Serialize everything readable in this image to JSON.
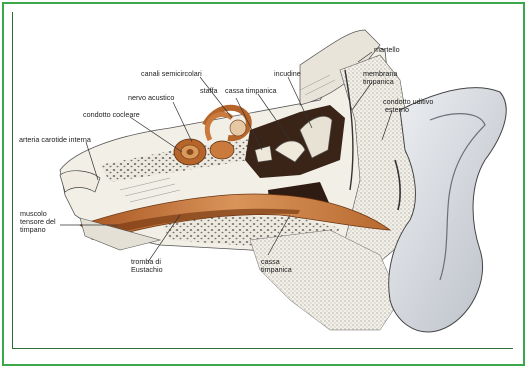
{
  "labels": {
    "martello": "martello",
    "canali_semicircolari": "canali semicircolari",
    "incudine": "incudine",
    "membrana": [
      "membrana",
      "timpanica"
    ],
    "cassa_timpanica_top": "cassa timpanica",
    "nervo_acustico": "nervo acustico",
    "staffa": "staffa",
    "condotto_uditivo": [
      "condotto uditivo",
      "esterno"
    ],
    "condotto_cocleare": "condotto cocleare",
    "arteria_carotide": "arteria carotide interna",
    "muscolo": [
      "muscolo",
      "tensore del",
      "timpano"
    ],
    "tromba": [
      "tromba di",
      "Eustachio"
    ],
    "cassa_timpanica_bottom": [
      "cassa",
      "timpanica"
    ]
  },
  "colors": {
    "frame_border": "#3aa84a",
    "bone": "#f2efe6",
    "bone_texture": "#6b6b6b",
    "tissue": "#b5642a",
    "tissue_light": "#d99a5c",
    "cavity": "#3a2418",
    "auricle": "#d8dbe0"
  }
}
